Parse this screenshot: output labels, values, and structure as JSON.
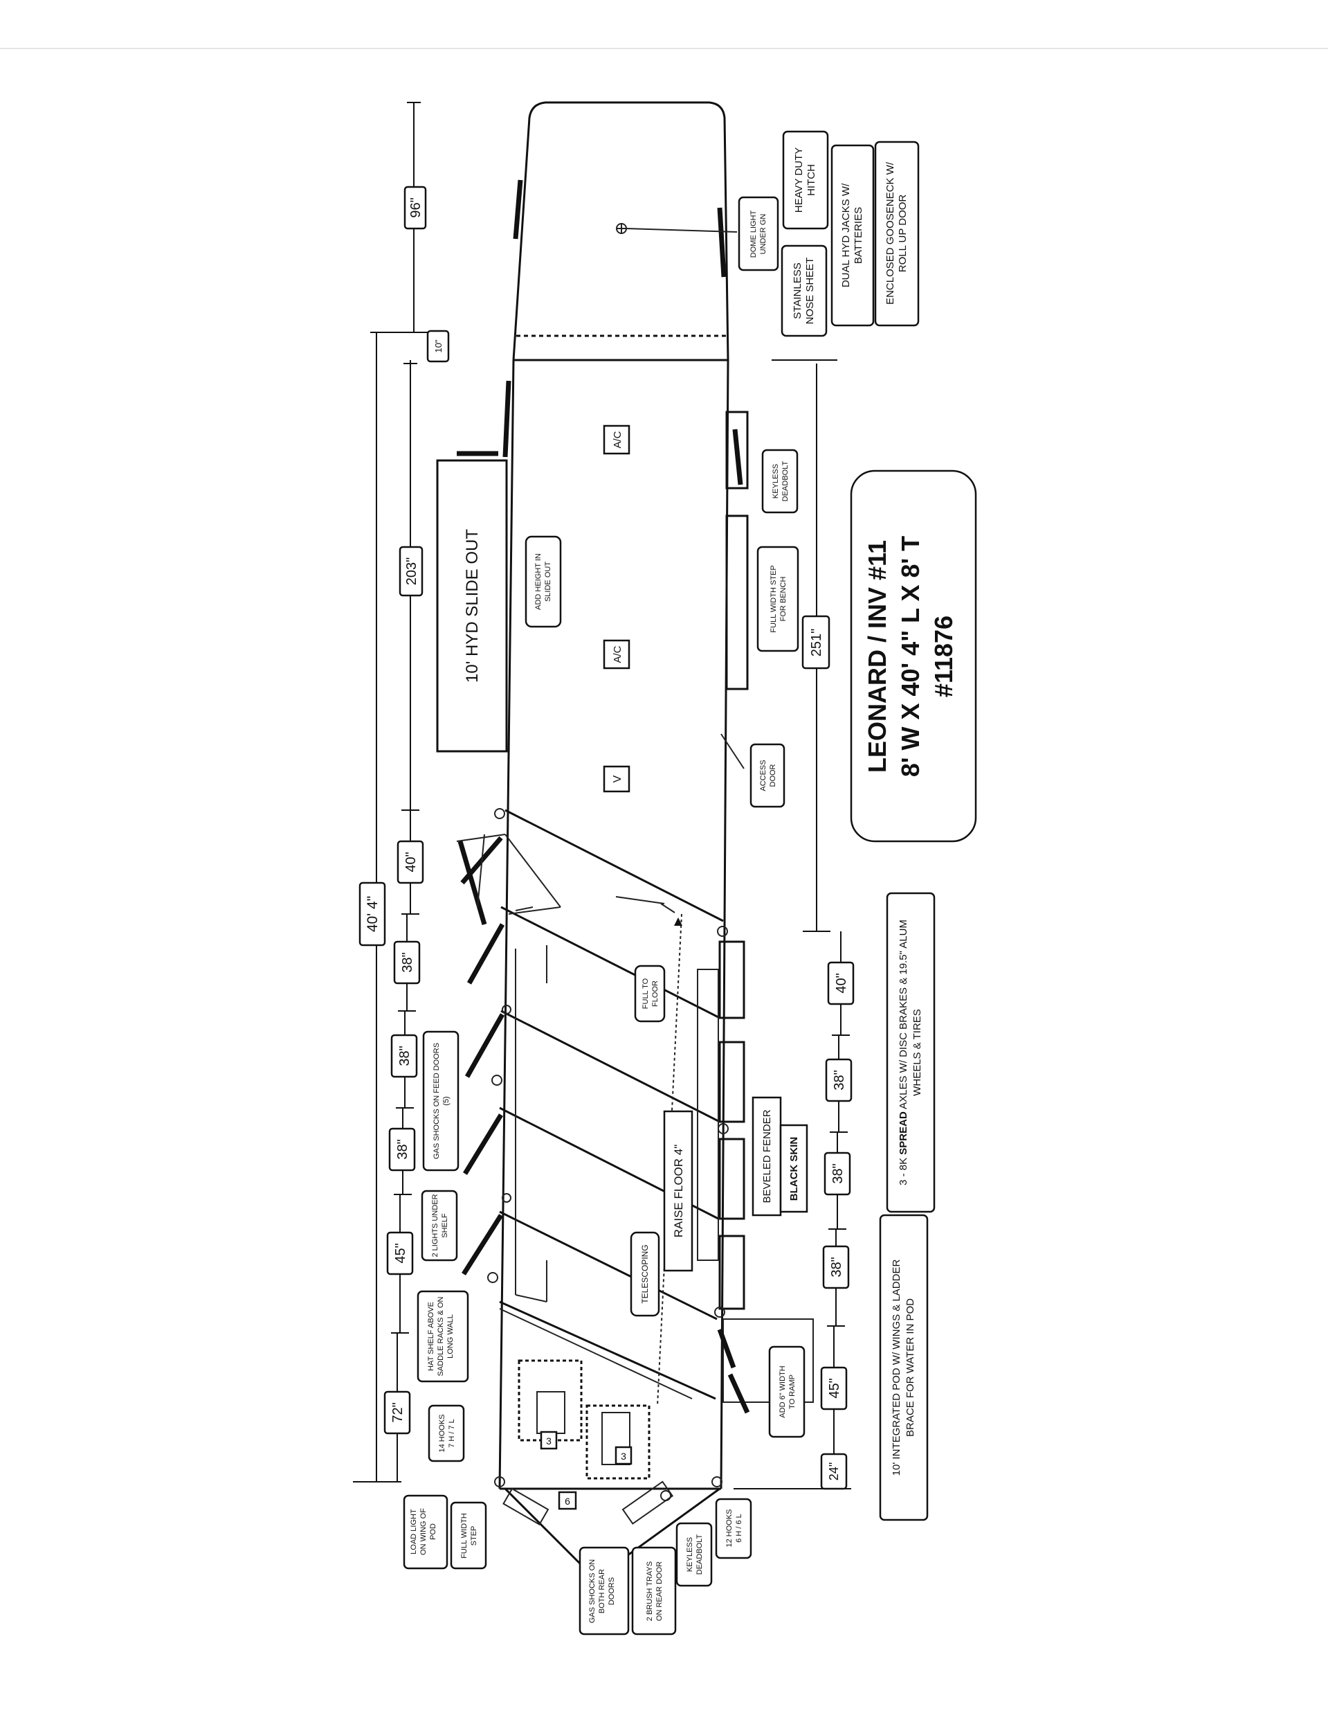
{
  "title": {
    "line1": "LEONARD / INV #11",
    "line2": "8' W X 40' 4\" L X 8' T",
    "line3": "#11876"
  },
  "dimensions": {
    "top": {
      "d96": "96\"",
      "d10": "10\"",
      "d203": "203\"",
      "d40": "40\"",
      "d40_4": "40' 4\"",
      "d38a": "38\"",
      "d38b": "38\"",
      "d38c": "38\"",
      "d45": "45\"",
      "d72": "72\""
    },
    "bottom": {
      "d251": "251\"",
      "d40": "40\"",
      "d38a": "38\"",
      "d38b": "38\"",
      "d38c": "38\"",
      "d45": "45\"",
      "d24": "24\""
    }
  },
  "interior": {
    "slide_out": "10' HYD SLIDE OUT",
    "add_height": "ADD HEIGHT IN SLIDE OUT",
    "ac1": "A/C",
    "ac2": "A/C",
    "vent": "V",
    "full_to_floor": "FULL TO FLOOR",
    "raise_floor": "RAISE FLOOR 4\"",
    "telescoping": "TELESCOPING",
    "rack_num_a": "3",
    "rack_num_b": "3",
    "rack_num_c": "6"
  },
  "callouts": {
    "dome_light": "DOME LIGHT UNDER GN",
    "stainless": "STAINLESS NOSE SHEET",
    "heavy_hitch": "HEAVY DUTY HITCH",
    "hyd_jacks": "DUAL HYD JACKS W/ BATTERIES",
    "enclosed_gn": "ENCLOSED GOOSENECK W/ ROLL UP DOOR",
    "keyless_top": "KEYLESS DEADBOLT",
    "full_width_step": "FULL WIDTH STEP FOR BENCH",
    "access_door": "ACCESS DOOR",
    "gas_feed": "GAS SHOCKS ON FEED DOORS (5)",
    "lights_shelf": "2 LIGHTS UNDER SHELF",
    "hat_shelf": "HAT SHELF ABOVE SADDLE RACKS & ON LONG WALL",
    "hooks14": "14 HOOKS 7 H / 7 L",
    "load_light": "LOAD LIGHT ON WING OF POD",
    "full_width_rear": "FULL WIDTH STEP",
    "gas_rear": "GAS SHOCKS ON BOTH REAR DOORS",
    "brush_trays": "2 BRUSH TRAYS ON REAR DOOR",
    "keyless_rear": "KEYLESS DEADBOLT",
    "hooks12": "12 HOOKS 6 H / 6 L",
    "beveled": "BEVELED FENDER",
    "black_skin": "BLACK SKIN",
    "add_width": "ADD 6\" WIDTH TO RAMP",
    "pod": "10' INTEGRATED POD W/ WINGS & LADDER BRACE FOR WATER IN POD",
    "axles_pre": "3 - 8K ",
    "axles_bold": "SPREAD",
    "axles_post": " AXLES W/ DISC BRAKES & 19.5\" ALUM WHEELS & TIRES"
  }
}
